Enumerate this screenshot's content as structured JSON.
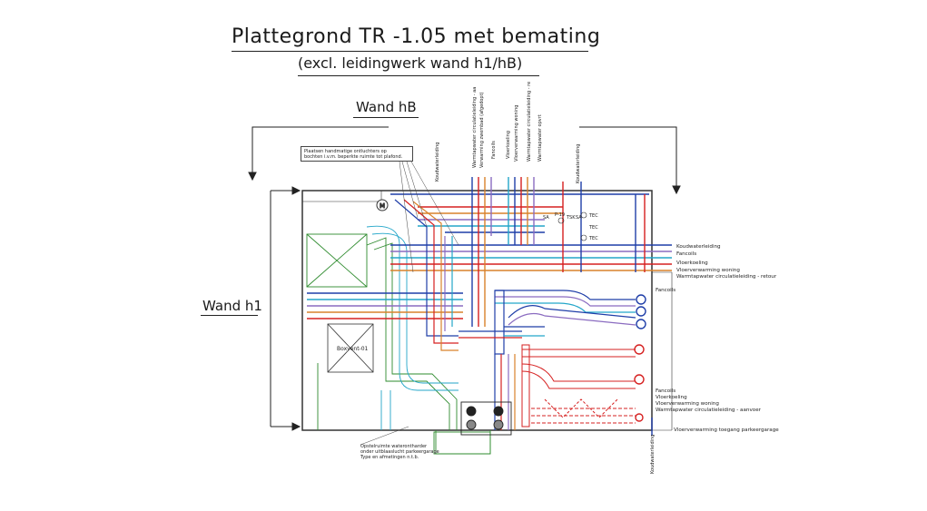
{
  "title": "Plattegrond TR -1.05 met bemating",
  "subtitle": "(excl. leidingwerk wand h1/hB)",
  "walls": {
    "hb": "Wand hB",
    "h1": "Wand h1"
  },
  "notes": {
    "top_lines": [
      "Plaatsen handmatige ontluchters op",
      "bochten i.v.m. beperkte ruimte tot plafond."
    ],
    "bottom_lines": [
      "Opstelruimte waterontharder",
      "onder uitblaaslucht parkeergarage",
      "Type en afmetingen n.t.b."
    ]
  },
  "equipment": {
    "boxvent": "Boxvent-01",
    "motor": "M"
  },
  "vertical_labels": [
    "Koudwaterleiding",
    "Warmtapwater circulatieleiding - aa",
    "Verwarming zwembad (afgedopt)",
    "Fancoils",
    "Vloerkoeling",
    "Vloerverwarming woning",
    "Warmtapwater circulatieleiding - re",
    "Warmtapwater opvrt",
    "Koudwaterleiding",
    "Koudwaterleiding"
  ],
  "right_labels_top": [
    "Koudwaterleiding",
    "Fancoils",
    "Vloerkoeling",
    "Vloerverwarming woning",
    "Warmtapwater circulatieleiding - retour"
  ],
  "right_labels_mid": [
    "Fancoils"
  ],
  "right_labels_bottom": [
    "Fancoils",
    "Vloerkoeling",
    "Vloerverwarming woning",
    "Warmtapwater circulatieleiding - aanvoer"
  ],
  "right_label_garage": "Vloerverwarming toegang parkeergarage",
  "valve_labels": [
    "TEC",
    "TEC",
    "TEC",
    "SA",
    "P-19",
    "TSK",
    "SA"
  ],
  "colors": {
    "cold_water": "#1f3ea8",
    "heating": "#d62020",
    "cooling": "#23a6c9",
    "ventilation": "#2e8b2e",
    "fancoil": "#8a6bc0",
    "return": "#d9822b",
    "outline": "#333333"
  }
}
